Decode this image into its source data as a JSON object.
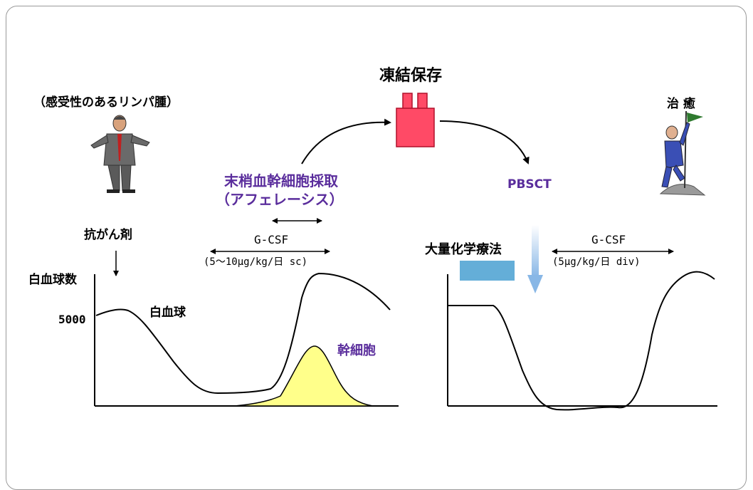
{
  "top": {
    "cryo_label": "凍結保存",
    "cure_label": "治 癒",
    "lymphoma_label": "（感受性のあるリンパ腫）"
  },
  "left": {
    "collection_label": "末梢血幹細胞採取",
    "apheresis_label": "（アフェレーシス）",
    "chemo_label": "抗がん剤",
    "gcsf_label": "G-CSF",
    "gcsf_dose": "(5～10μg/kg/日 sc)",
    "y_axis_label": "白血球数",
    "y_tick": "5000",
    "wbc_curve_label": "白血球",
    "stem_cell_label": "幹細胞"
  },
  "right": {
    "pbsct_label": "PBSCT",
    "high_dose_label": "大量化学療法",
    "gcsf_label": "G-CSF",
    "gcsf_dose": "(5μg/kg/日 div)"
  },
  "colors": {
    "accent_purple": "#5a2d9c",
    "cryo_red": "#ff4a66",
    "stem_yellow": "#ffff8a",
    "chemo_blue": "#64aed8"
  }
}
